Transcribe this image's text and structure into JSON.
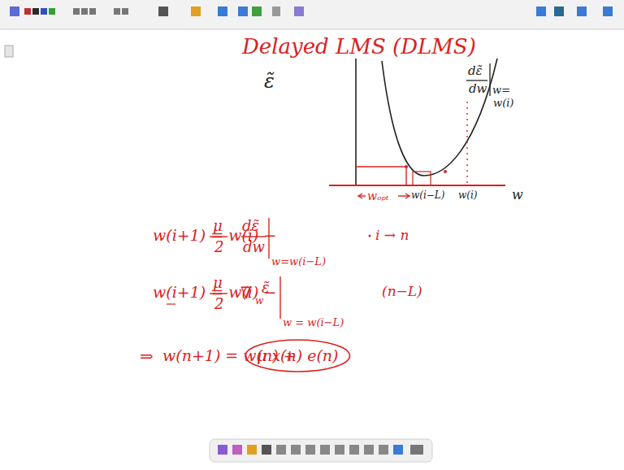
{
  "diagram": {
    "title": "Delayed LMS (DLMS)",
    "labels": [
      "ε̃",
      "dε̃",
      "dw",
      "w=",
      "w(i)",
      "wₒₚₜ",
      "w(i−L)",
      "w(i)",
      "w",
      "w(i+1) = w(i) −",
      "μ",
      "2",
      "dε̃",
      "dw",
      "w=w(i−L)",
      "i → n",
      "w(i+1) = w(i) −",
      "μ",
      "2",
      "∇",
      "w",
      "ε̃",
      "w = w(i−L)",
      "(n−L)",
      "⇒",
      "w(n+1) = w(n) +",
      "μ x(n) e(n)"
    ]
  }
}
